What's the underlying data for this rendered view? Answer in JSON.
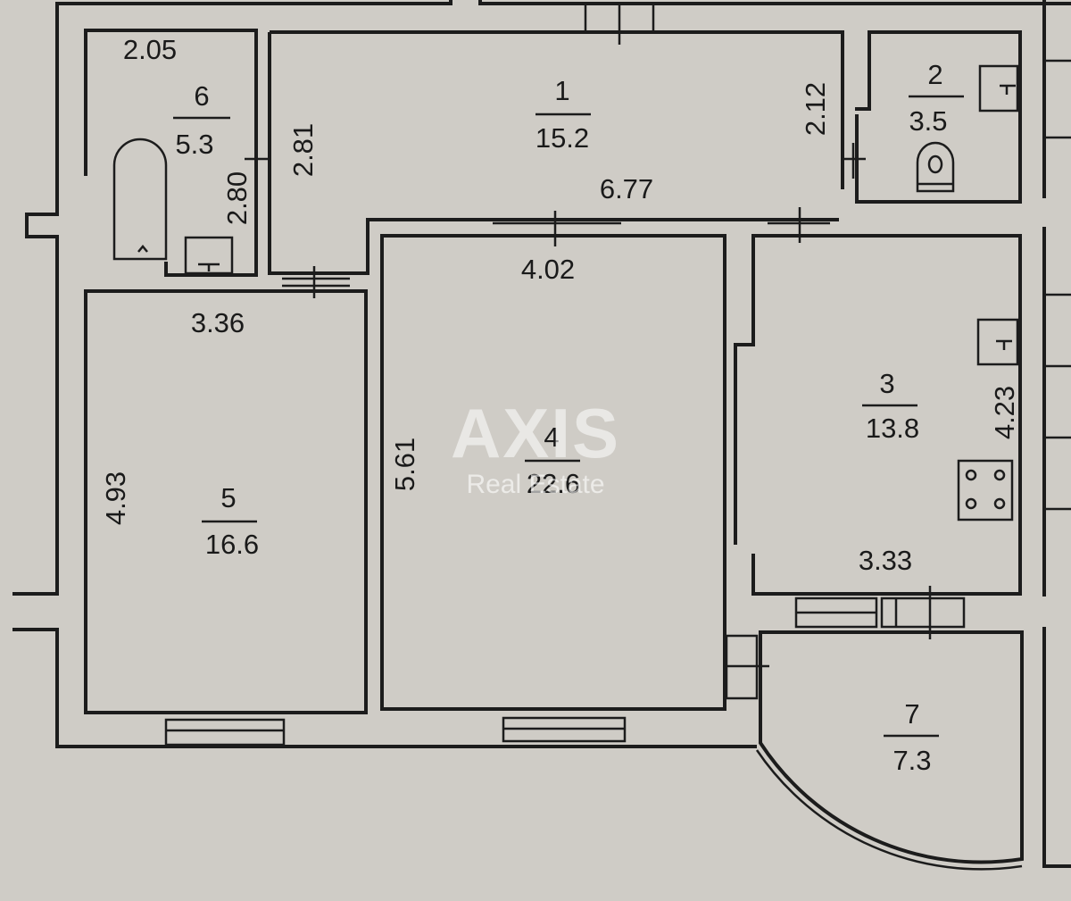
{
  "rooms": [
    {
      "id": "1",
      "number": "1",
      "area": "15.2"
    },
    {
      "id": "2",
      "number": "2",
      "area": "3.5"
    },
    {
      "id": "3",
      "number": "3",
      "area": "13.8"
    },
    {
      "id": "4",
      "number": "4",
      "area": "22.6"
    },
    {
      "id": "5",
      "number": "5",
      "area": "16.6"
    },
    {
      "id": "6",
      "number": "6",
      "area": "5.3"
    },
    {
      "id": "7",
      "number": "7",
      "area": "7.3"
    }
  ],
  "dimensions": {
    "d205": "2.05",
    "d281": "2.81",
    "d280": "2.80",
    "d212": "2.12",
    "d677": "6.77",
    "d402": "4.02",
    "d336": "3.36",
    "d561": "5.61",
    "d493": "4.93",
    "d423": "4.23",
    "d333": "3.33"
  },
  "watermark": {
    "logo": "AXIS",
    "subtitle": "Real Estate"
  }
}
